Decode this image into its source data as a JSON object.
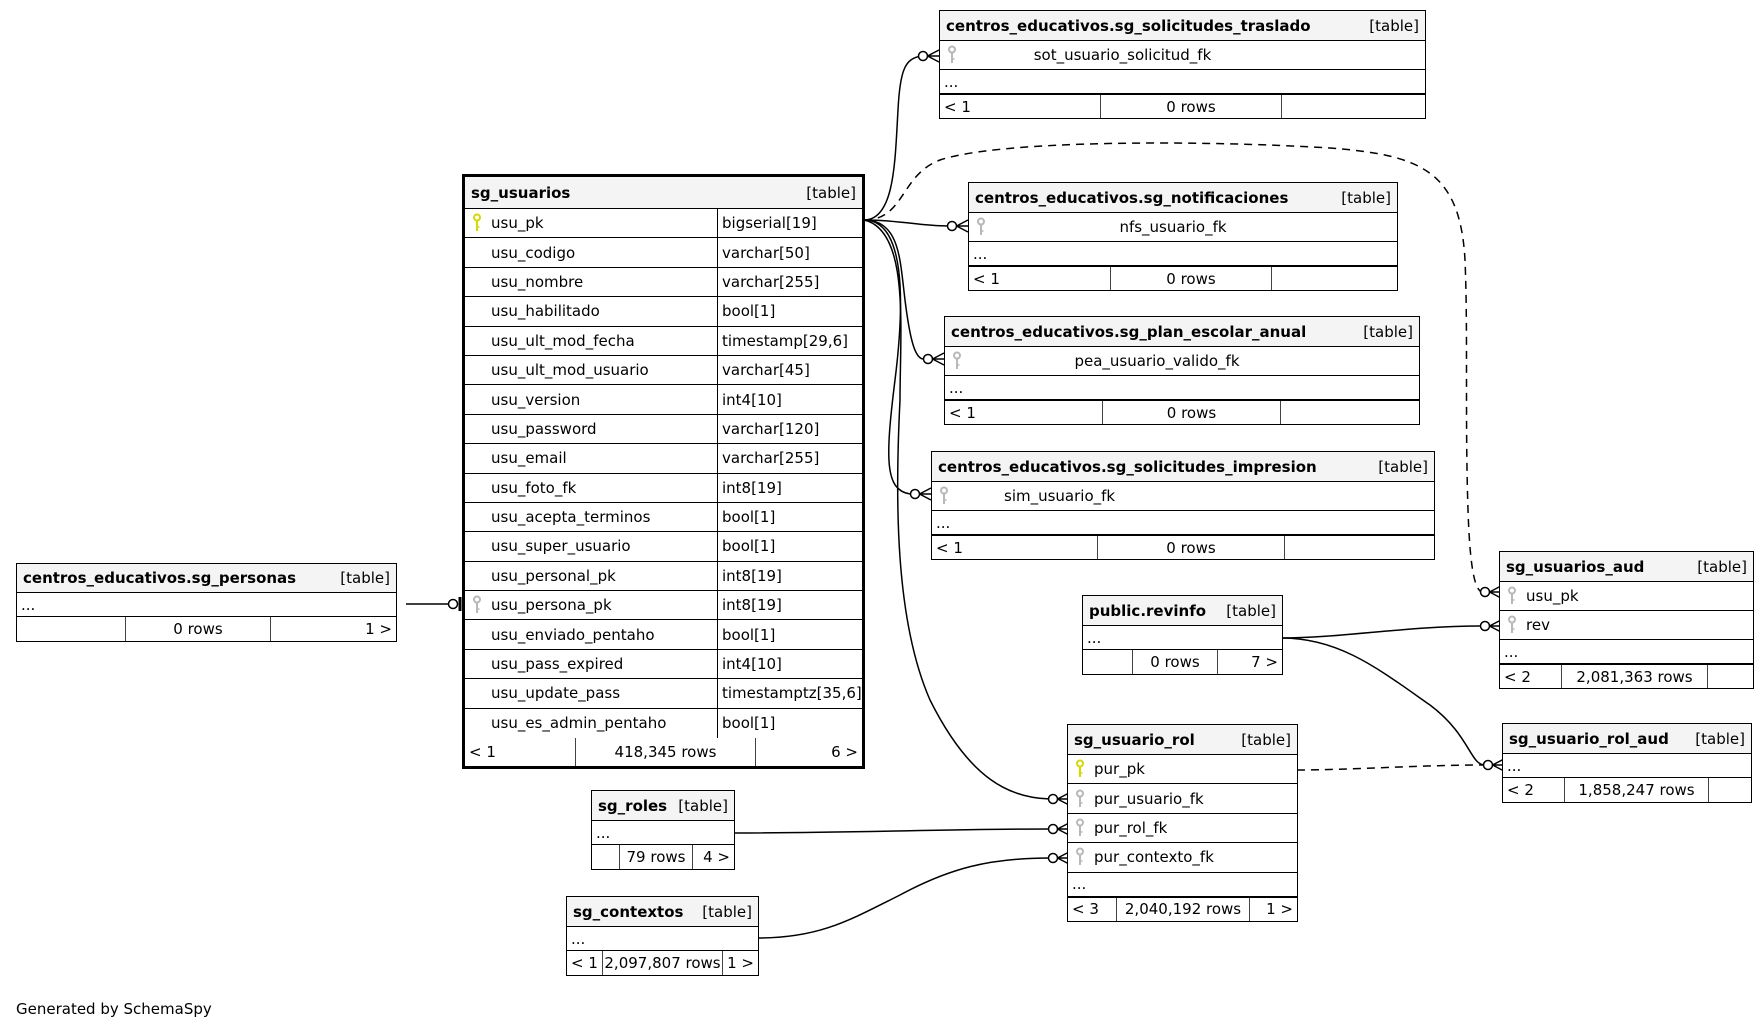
{
  "footer": "Generated by SchemaSpy",
  "table_kind": "[table]",
  "ellipsis": "...",
  "colors": {
    "pk_key": "#d8d800",
    "fk_key": "#b8b8b8",
    "header_bg": "#f4f4f4"
  },
  "tables": {
    "sg_usuarios": {
      "name": "sg_usuarios",
      "columns": [
        {
          "name": "usu_pk",
          "type": "bigserial[19]",
          "key": "pk"
        },
        {
          "name": "usu_codigo",
          "type": "varchar[50]",
          "key": ""
        },
        {
          "name": "usu_nombre",
          "type": "varchar[255]",
          "key": ""
        },
        {
          "name": "usu_habilitado",
          "type": "bool[1]",
          "key": ""
        },
        {
          "name": "usu_ult_mod_fecha",
          "type": "timestamp[29,6]",
          "key": ""
        },
        {
          "name": "usu_ult_mod_usuario",
          "type": "varchar[45]",
          "key": ""
        },
        {
          "name": "usu_version",
          "type": "int4[10]",
          "key": ""
        },
        {
          "name": "usu_password",
          "type": "varchar[120]",
          "key": ""
        },
        {
          "name": "usu_email",
          "type": "varchar[255]",
          "key": ""
        },
        {
          "name": "usu_foto_fk",
          "type": "int8[19]",
          "key": ""
        },
        {
          "name": "usu_acepta_terminos",
          "type": "bool[1]",
          "key": ""
        },
        {
          "name": "usu_super_usuario",
          "type": "bool[1]",
          "key": ""
        },
        {
          "name": "usu_personal_pk",
          "type": "int8[19]",
          "key": ""
        },
        {
          "name": "usu_persona_pk",
          "type": "int8[19]",
          "key": "fk"
        },
        {
          "name": "usu_enviado_pentaho",
          "type": "bool[1]",
          "key": ""
        },
        {
          "name": "usu_pass_expired",
          "type": "int4[10]",
          "key": ""
        },
        {
          "name": "usu_update_pass",
          "type": "timestamptz[35,6]",
          "key": ""
        },
        {
          "name": "usu_es_admin_pentaho",
          "type": "bool[1]",
          "key": ""
        }
      ],
      "footer": {
        "parents": "< 1",
        "rows": "418,345 rows",
        "children": "6 >"
      }
    },
    "sg_personas": {
      "name": "centros_educativos.sg_personas",
      "footer": {
        "parents": "",
        "rows": "0 rows",
        "children": "1 >"
      }
    },
    "sg_solicitudes_traslado": {
      "name": "centros_educativos.sg_solicitudes_traslado",
      "columns": [
        {
          "name": "sot_usuario_solicitud_fk",
          "key": "fk"
        }
      ],
      "footer": {
        "parents": "< 1",
        "rows": "0 rows",
        "children": ""
      }
    },
    "sg_notificaciones": {
      "name": "centros_educativos.sg_notificaciones",
      "columns": [
        {
          "name": "nfs_usuario_fk",
          "key": "fk"
        }
      ],
      "footer": {
        "parents": "< 1",
        "rows": "0 rows",
        "children": ""
      }
    },
    "sg_plan_escolar_anual": {
      "name": "centros_educativos.sg_plan_escolar_anual",
      "columns": [
        {
          "name": "pea_usuario_valido_fk",
          "key": "fk"
        }
      ],
      "footer": {
        "parents": "< 1",
        "rows": "0 rows",
        "children": ""
      }
    },
    "sg_solicitudes_impresion": {
      "name": "centros_educativos.sg_solicitudes_impresion",
      "columns": [
        {
          "name": "sim_usuario_fk",
          "key": "fk"
        }
      ],
      "footer": {
        "parents": "< 1",
        "rows": "0 rows",
        "children": ""
      }
    },
    "revinfo": {
      "name": "public.revinfo",
      "footer": {
        "parents": "",
        "rows": "0 rows",
        "children": "7 >"
      }
    },
    "sg_usuarios_aud": {
      "name": "sg_usuarios_aud",
      "columns": [
        {
          "name": "usu_pk",
          "key": "fk"
        },
        {
          "name": "rev",
          "key": "fk"
        }
      ],
      "footer": {
        "parents": "< 2",
        "rows": "2,081,363 rows",
        "children": ""
      }
    },
    "sg_usuario_rol_aud": {
      "name": "sg_usuario_rol_aud",
      "footer": {
        "parents": "< 2",
        "rows": "1,858,247 rows",
        "children": ""
      }
    },
    "sg_usuario_rol": {
      "name": "sg_usuario_rol",
      "columns": [
        {
          "name": "pur_pk",
          "key": "pk"
        },
        {
          "name": "pur_usuario_fk",
          "key": "fk"
        },
        {
          "name": "pur_rol_fk",
          "key": "fk"
        },
        {
          "name": "pur_contexto_fk",
          "key": "fk"
        }
      ],
      "footer": {
        "parents": "< 3",
        "rows": "2,040,192 rows",
        "children": "1 >"
      }
    },
    "sg_roles": {
      "name": "sg_roles",
      "footer": {
        "parents": "",
        "rows": "79 rows",
        "children": "4 >"
      }
    },
    "sg_contextos": {
      "name": "sg_contextos",
      "footer": {
        "parents": "< 1",
        "rows": "2,097,807 rows",
        "children": "1 >"
      }
    }
  }
}
